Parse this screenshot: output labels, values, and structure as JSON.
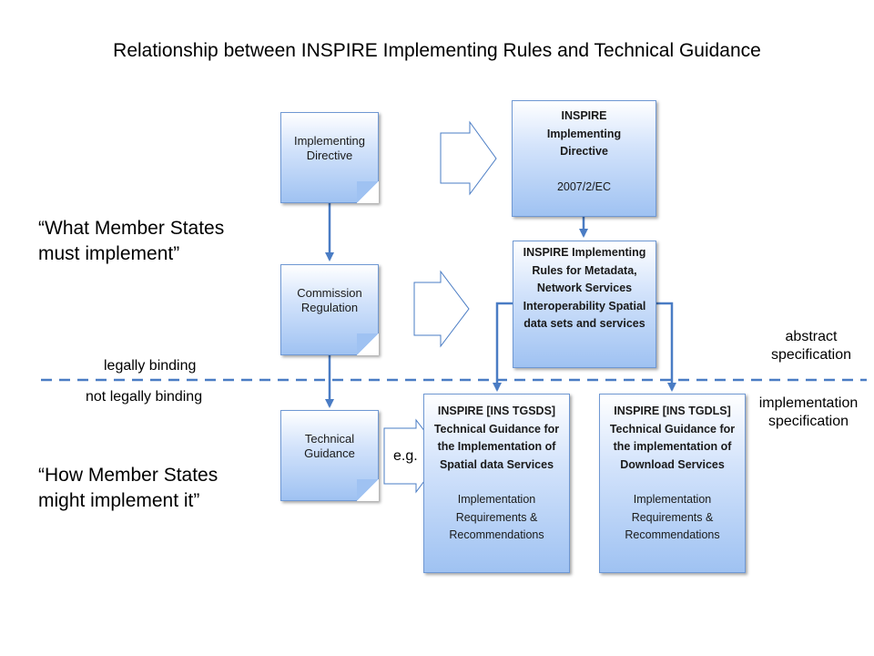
{
  "title": "Relationship between INSPIRE Implementing Rules and Technical Guidance",
  "left_labels": {
    "must": "“What Member States must implement”",
    "might": "“How Member States might implement it”"
  },
  "divider": {
    "above": "legally binding",
    "below": "not legally binding",
    "right_above": "abstract specification",
    "right_below": "implementation specification"
  },
  "left_boxes": [
    {
      "label": "Implementing Directive"
    },
    {
      "label": "Commission Regulation"
    },
    {
      "label": "Technical Guidance"
    }
  ],
  "directive_box": {
    "heading": "INSPIRE Implementing Directive",
    "code": "2007/2/EC"
  },
  "rules_box": {
    "heading": "INSPIRE Implementing Rules for Metadata, Network Services Interoperability Spatial data sets and services"
  },
  "tgsds_box": {
    "heading": "INSPIRE [INS TGSDS] Technical Guidance for the Implementation of Spatial data Services",
    "body": "Implementation Requirements & Recommendations"
  },
  "tgdls_box": {
    "heading": "INSPIRE [INS TGDLS] Technical Guidance for the implementation of Download Services",
    "body": "Implementation Requirements & Recommendations"
  },
  "eg_label": "e.g."
}
